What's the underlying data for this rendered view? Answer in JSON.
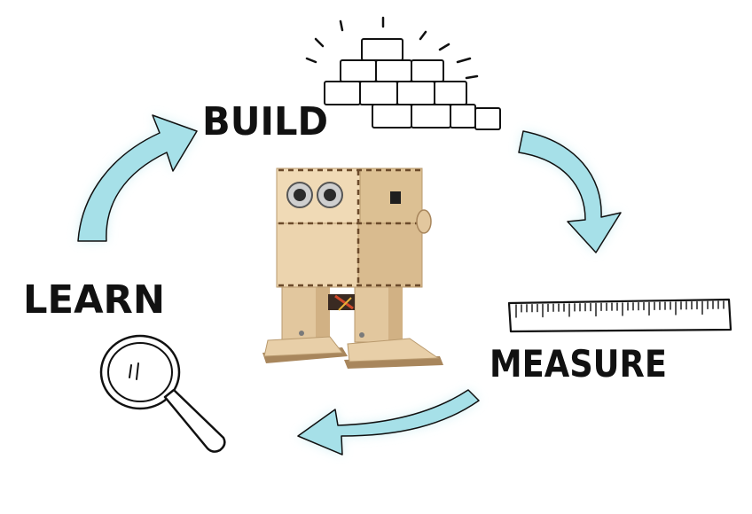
{
  "labels": {
    "build": "BUILD",
    "measure": "MEASURE",
    "learn": "LEARN"
  },
  "colors": {
    "arrow_fill": "#a6e0e8",
    "arrow_glow": "#c9eef3",
    "ink": "#111111",
    "wood_light": "#e8cfa8",
    "wood_mid": "#d6b88c",
    "wood_dark": "#a8865c"
  },
  "icons": {
    "build": "brick-wall-icon",
    "measure": "ruler-icon",
    "learn": "magnifying-glass-icon",
    "center": "wooden-robot-image"
  }
}
